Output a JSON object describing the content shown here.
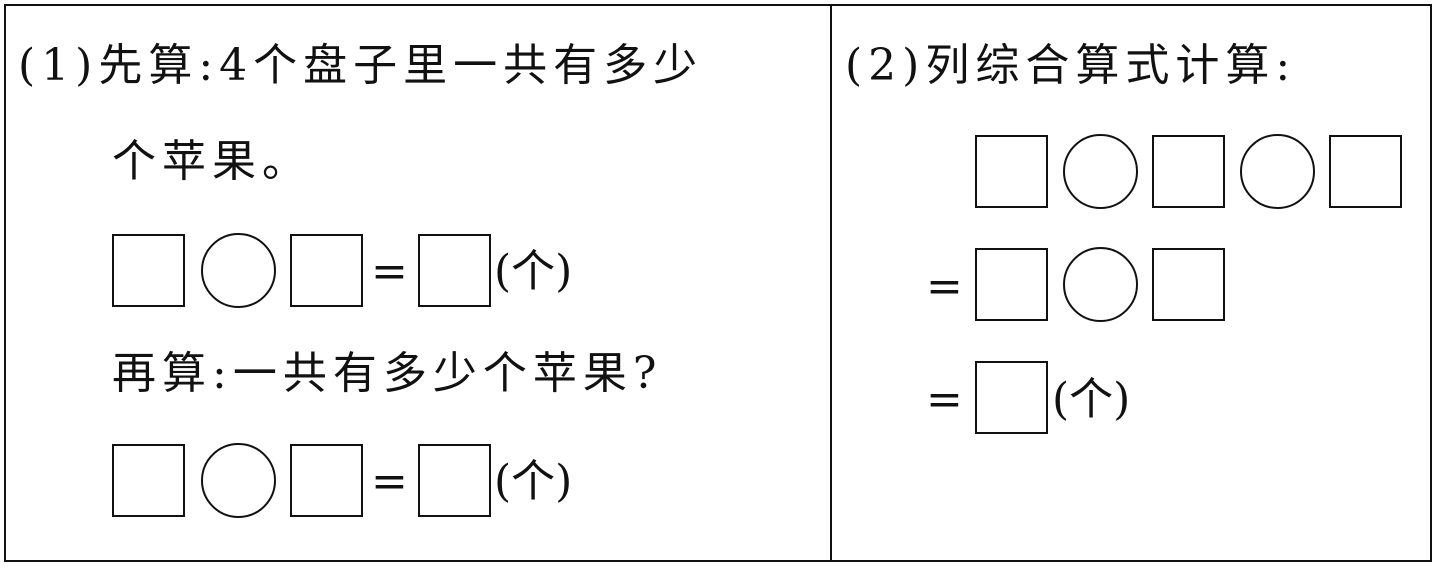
{
  "left": {
    "line1": "(1)先算:4个盘子里一共有多少",
    "line2": "个苹果。",
    "row1": {
      "equals": "=",
      "unit": "(个)"
    },
    "line3": "再算:一共有多少个苹果?",
    "row2": {
      "equals": "=",
      "unit": "(个)"
    }
  },
  "right": {
    "line1": "(2)列综合算式计算:",
    "step2": {
      "equals": "="
    },
    "step3": {
      "equals": "=",
      "unit": "(个)"
    }
  }
}
